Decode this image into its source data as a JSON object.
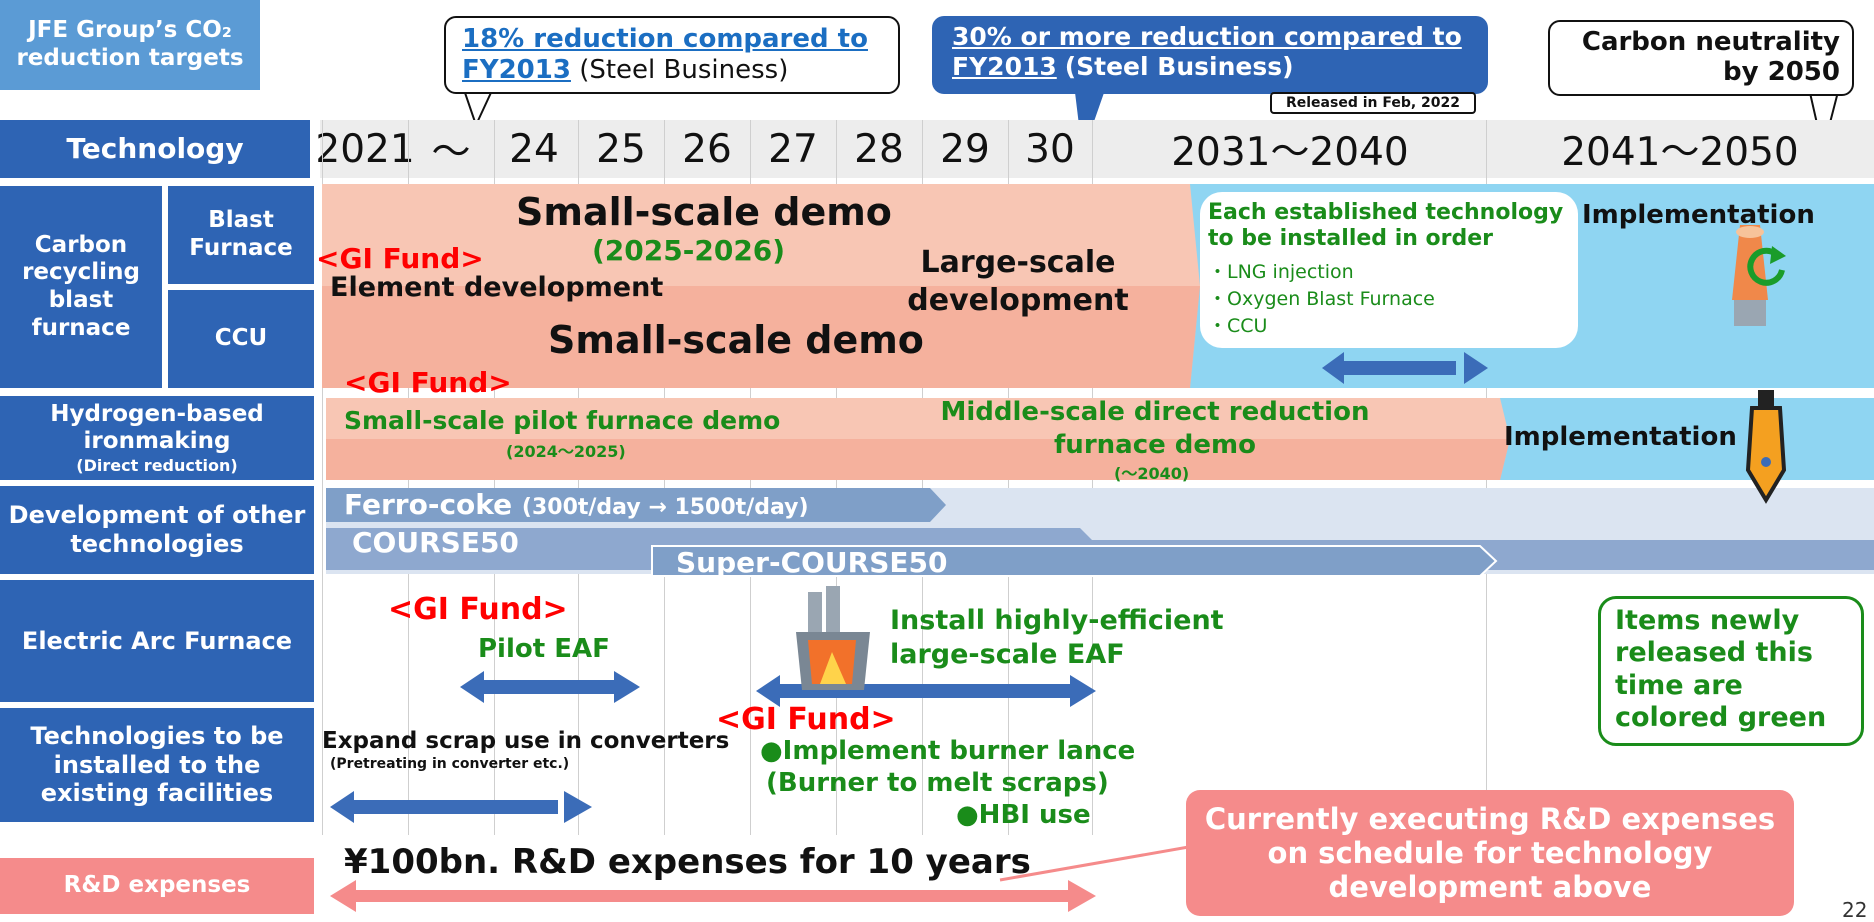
{
  "header": {
    "title_label": "JFE Group’s CO₂ reduction targets",
    "callout_2030_main": "18% reduction compared to FY2013",
    "callout_2030_suffix": "(Steel Business)",
    "callout_30pct_main": "30% or more reduction compared to FY2013",
    "callout_30pct_suffix": "(Steel Business)",
    "released_badge": "Released in Feb, 2022",
    "callout_2050": "Carbon neutrality by 2050"
  },
  "timeline": {
    "row_label": "Technology",
    "years": [
      "2021",
      "～",
      "24",
      "25",
      "26",
      "27",
      "28",
      "29",
      "30",
      "2031～2040",
      "2041～2050"
    ]
  },
  "rows": {
    "carbon_recycling": "Carbon recycling blast furnace",
    "blast_furnace": "Blast Furnace",
    "ccu": "CCU",
    "hydrogen_main": "Hydrogen-based ironmaking",
    "hydrogen_sub": "(Direct reduction)",
    "other_tech": "Development of other technologies",
    "eaf": "Electric Arc Furnace",
    "existing": "Technologies to be installed to the existing facilities",
    "rd": "R&D expenses"
  },
  "bf_section": {
    "small_demo_top": "Small-scale demo",
    "small_demo_years": "(2025-2026)",
    "gi_fund": "<GI Fund>",
    "element_dev": "Element development",
    "large_scale": "Large-scale development",
    "small_demo_ccu": "Small-scale demo",
    "gi_fund_2": "<GI Fund>",
    "each_tech_title": "Each established technology to be installed in order",
    "each_tech_items": [
      "・LNG injection",
      "・Oxygen Blast Furnace",
      "・CCU"
    ],
    "implementation": "Implementation"
  },
  "h2_section": {
    "pilot_demo": "Small-scale pilot furnace demo",
    "pilot_years": "(2024～2025)",
    "middle_demo": "Middle-scale direct reduction furnace demo",
    "middle_years": "(～2040)",
    "implementation": "Implementation"
  },
  "other_section": {
    "ferro_coke": "Ferro-coke",
    "ferro_coke_detail": "(300t/day → 1500t/day)",
    "course50": "COURSE50",
    "super_course50": "Super-COURSE50"
  },
  "eaf_section": {
    "gi_fund": "<GI Fund>",
    "pilot": "Pilot EAF",
    "install": "Install highly-efficient large-scale EAF"
  },
  "existing_section": {
    "expand": "Expand scrap use in converters",
    "expand_sub": "(Pretreating in converter etc.)",
    "gi_fund": "<GI Fund>",
    "burner": "●Implement burner lance",
    "burner_sub": "(Burner to melt scraps)",
    "hbi": "●HBI use"
  },
  "rd_section": {
    "amount": "¥100bn. R&D expenses for 10 years",
    "current": "Currently executing R&D expenses on schedule for technology development above"
  },
  "legend_note": "Items newly released this time are colored green",
  "page_number": "22",
  "colors": {
    "label_blue": "#2e64b4",
    "header_blue": "#5b9bd5",
    "salmon_light": "#f8c6b4",
    "salmon_dark": "#f3a893",
    "sky": "#8fd5f2",
    "steel_blue": "#7f9fc8",
    "pale_blue": "#dbe4f1",
    "green_text": "#1a8c1a",
    "red_text": "#ff0000",
    "arrow_blue": "#3b6cb8",
    "pink": "#f58b8b"
  }
}
